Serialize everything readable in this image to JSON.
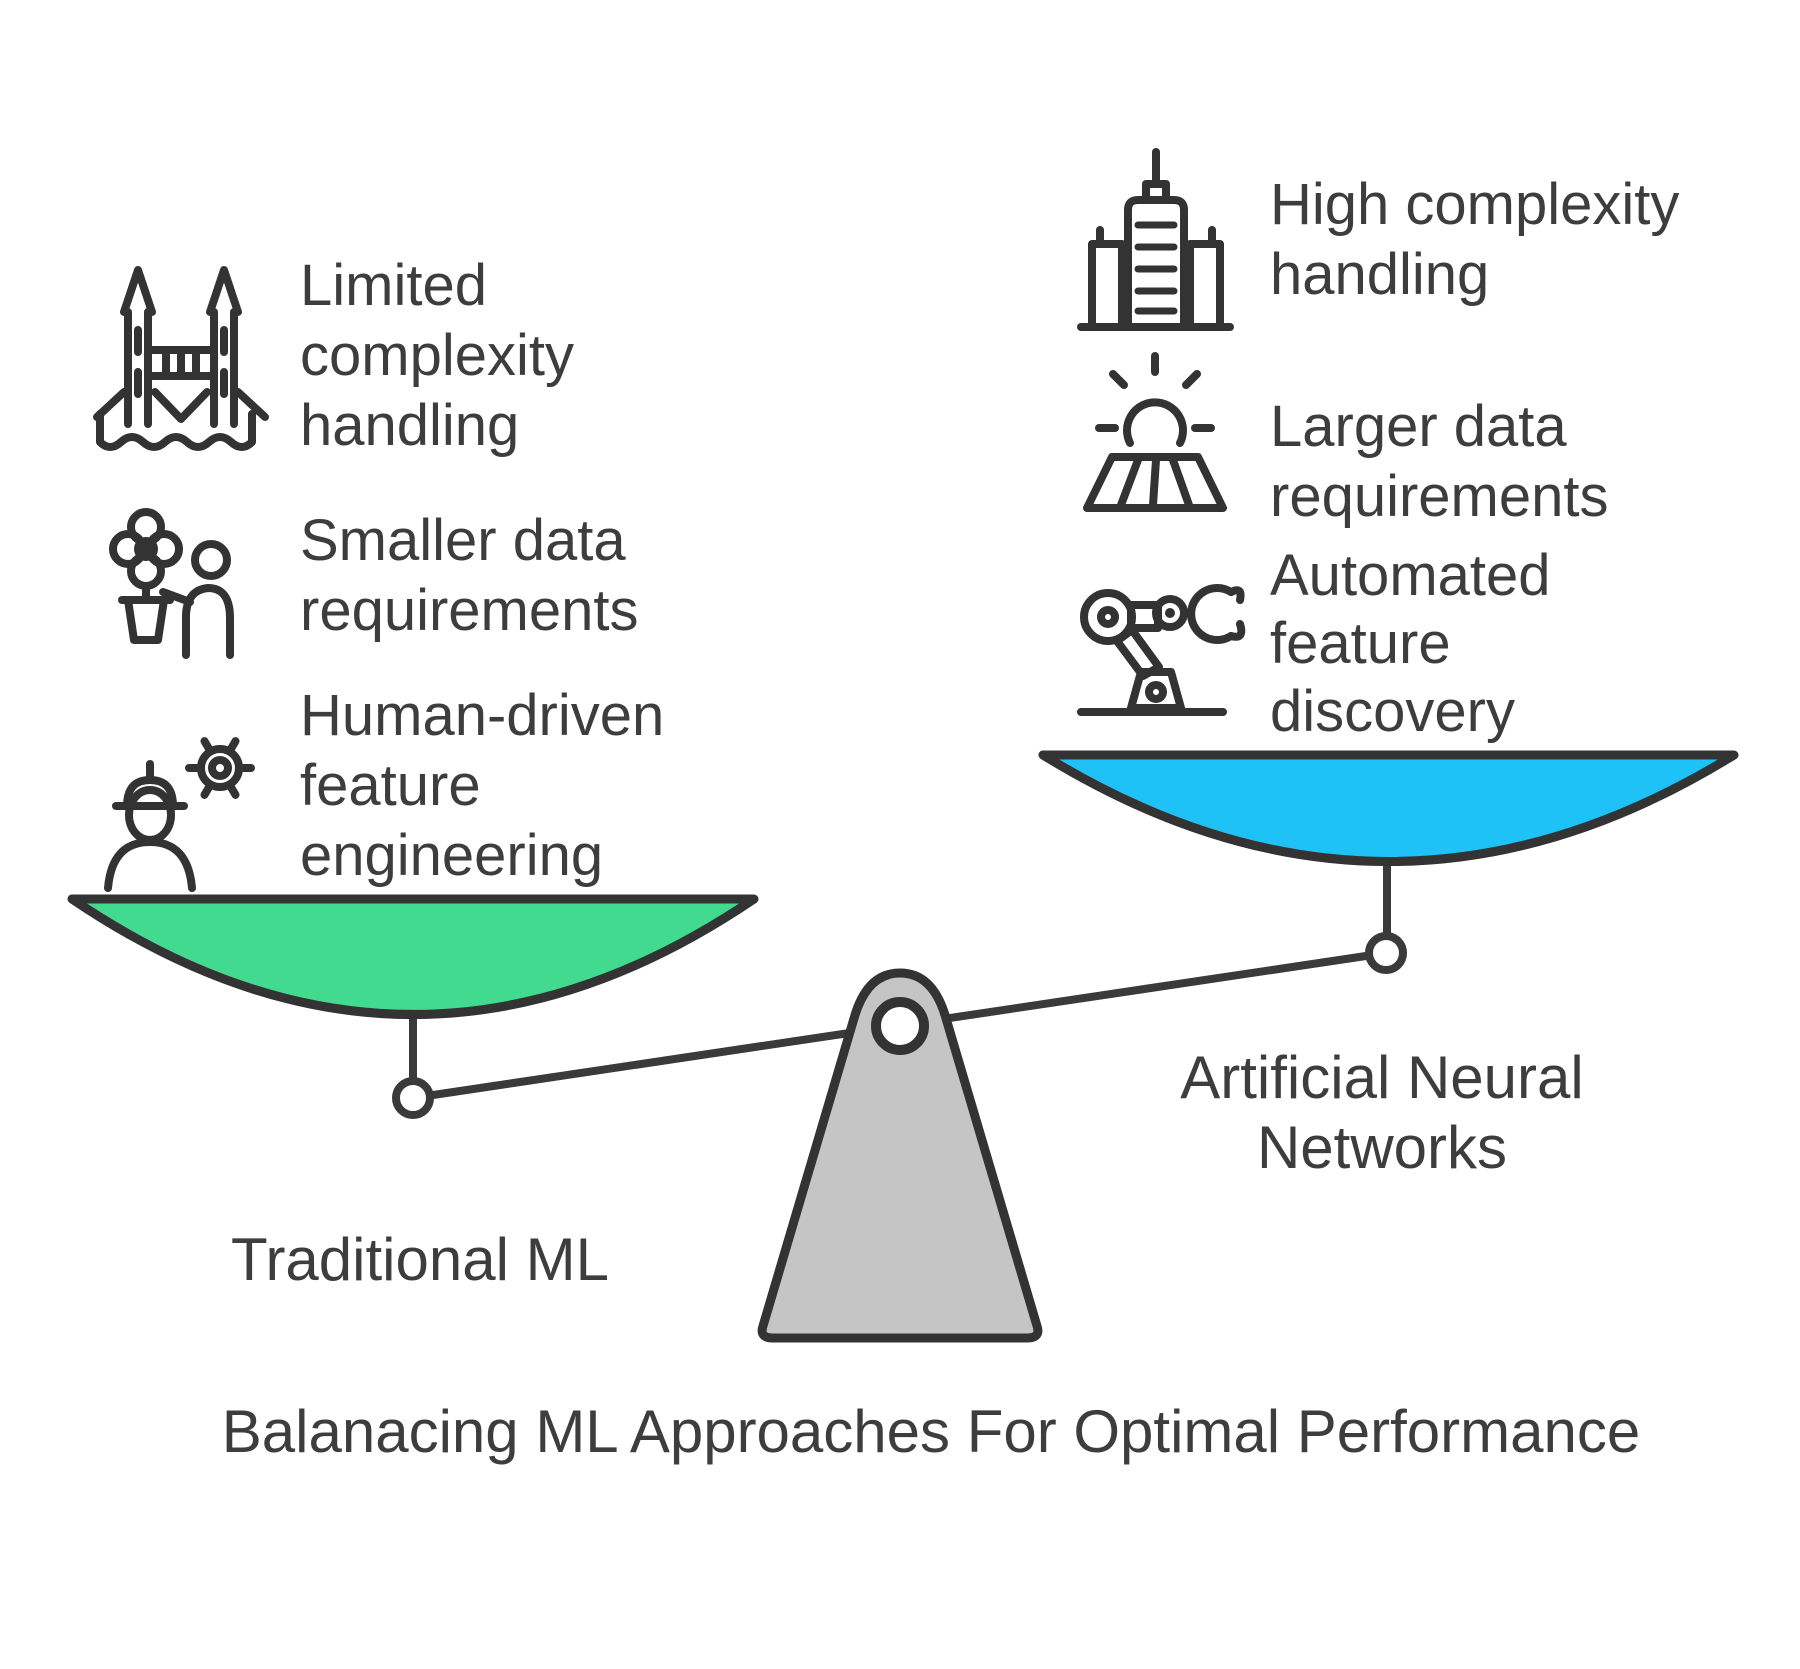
{
  "title": "Balanacing ML Approaches For Optimal Performance",
  "scale": {
    "left_pan_label": "Traditional ML",
    "right_pan_label_line1": "Artificial Neural",
    "right_pan_label_line2": "Networks"
  },
  "left_items": [
    {
      "icon": "tower-bridge-icon",
      "lines": [
        "Limited",
        "complexity",
        "handling"
      ]
    },
    {
      "icon": "flower-person-icon",
      "lines": [
        "Smaller data",
        "requirements"
      ]
    },
    {
      "icon": "engineer-gear-icon",
      "lines": [
        "Human-driven",
        "feature",
        "engineering"
      ]
    }
  ],
  "right_items": [
    {
      "icon": "skyscraper-icon",
      "lines": [
        "High complexity",
        "handling"
      ]
    },
    {
      "icon": "sun-field-icon",
      "lines": [
        "Larger data",
        "requirements"
      ]
    },
    {
      "icon": "robot-arm-icon",
      "lines": [
        "Automated",
        "feature",
        "discovery"
      ]
    }
  ],
  "colors": {
    "left_pan": "#42da8e",
    "right_pan": "#1ec2f6",
    "fulcrum_fill": "#c5c5c5",
    "outline": "#333333",
    "text": "#3d3d3d"
  }
}
